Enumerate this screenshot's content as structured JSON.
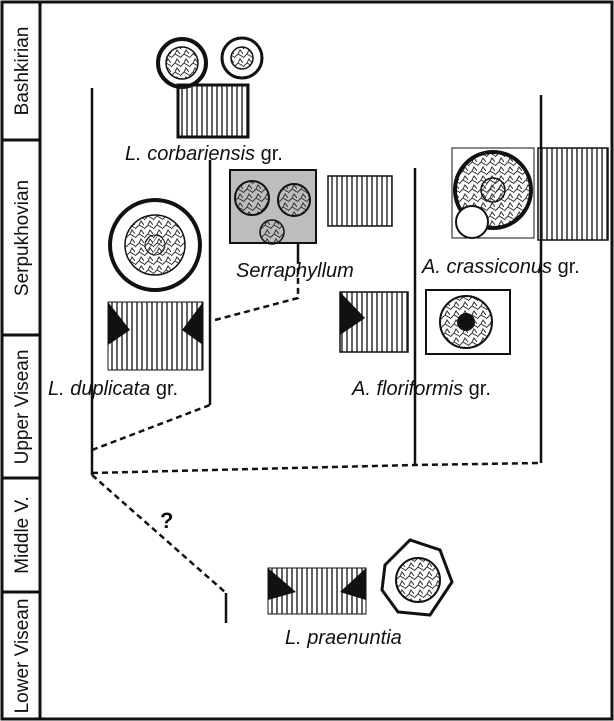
{
  "stratigraphy": [
    {
      "label": "Bashkirian"
    },
    {
      "label": "Serpukhovian"
    },
    {
      "label": "Upper Visean"
    },
    {
      "label": "Middle V."
    },
    {
      "label": "Lower Visean"
    }
  ],
  "taxa": {
    "corbariensis": {
      "italic": "L. corbariensis",
      "suffix": " gr."
    },
    "serraphyllum": {
      "italic": "Serraphyllum",
      "suffix": ""
    },
    "crassiconus": {
      "italic": "A. crassiconus",
      "suffix": " gr."
    },
    "duplicata": {
      "italic": "L. duplicata",
      "suffix": " gr."
    },
    "floriformis": {
      "italic": "A. floriformis",
      "suffix": " gr."
    },
    "praenuntia": {
      "italic": "L. praenuntia",
      "suffix": ""
    }
  },
  "uncertain_marker": "?",
  "colors": {
    "ink": "#111111",
    "background": "#ffffff",
    "fossil_shade": "#8a8a8a"
  }
}
